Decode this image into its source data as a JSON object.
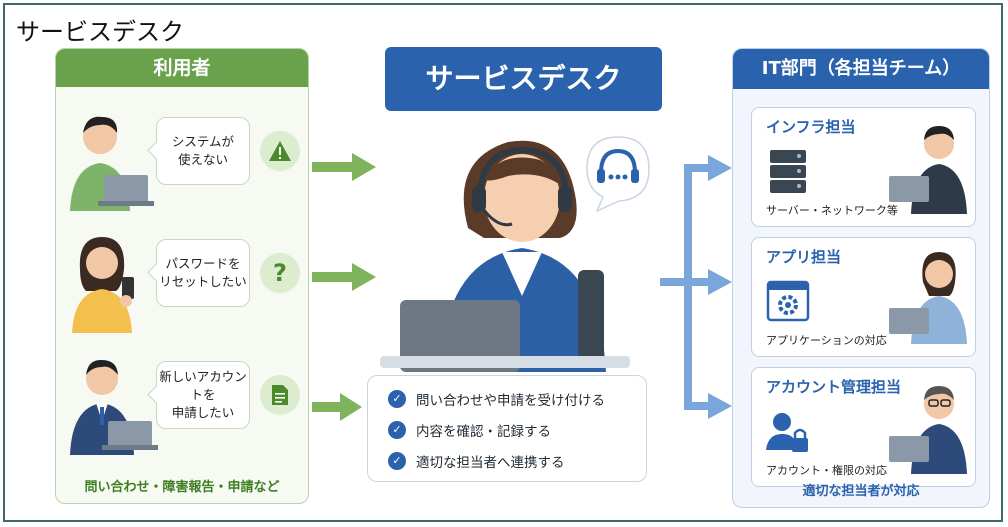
{
  "page_title": "サービスデスク",
  "users": {
    "header": "利用者",
    "items": [
      {
        "text_line1": "システムが",
        "text_line2": "使えない",
        "icon": "warning-icon"
      },
      {
        "text_line1": "パスワードを",
        "text_line2": "リセットしたい",
        "icon": "question-icon"
      },
      {
        "text_line1": "新しいアカウントを",
        "text_line2": "申請したい",
        "icon": "document-icon"
      }
    ],
    "footer": "問い合わせ・障害報告・申請など"
  },
  "service_desk": {
    "title": "サービスデスク",
    "tasks": [
      "問い合わせや申請を受け付ける",
      "内容を確認・記録する",
      "適切な担当者へ連携する"
    ]
  },
  "it": {
    "header": "IT部門（各担当チーム）",
    "teams": [
      {
        "title": "インフラ担当",
        "desc": "サーバー・ネットワーク等",
        "icon": "server-icon"
      },
      {
        "title": "アプリ担当",
        "desc": "アプリケーションの対応",
        "icon": "app-window-icon"
      },
      {
        "title": "アカウント管理担当",
        "desc": "アカウント・権限の対応",
        "icon": "user-lock-icon"
      }
    ],
    "footer": "適切な担当者が対応"
  },
  "colors": {
    "green": "#6aa14d",
    "blue": "#2b62ae",
    "arrow_green": "#7fb35c",
    "arrow_blue": "#7aa6dc"
  }
}
